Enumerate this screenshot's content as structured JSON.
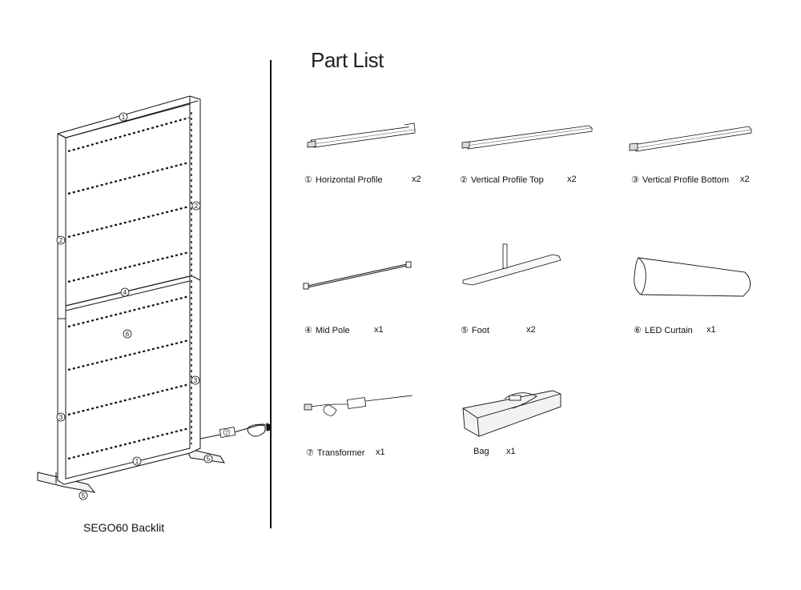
{
  "title": "Part List",
  "caption": "SEGO60 Backlit",
  "callouts": {
    "top_profile": "1",
    "bottom_profile": "1",
    "left_top": "2",
    "right_top": "2",
    "left_bottom": "3",
    "right_bottom": "3",
    "mid_pole": "4",
    "curtain": "6",
    "transformer": "7",
    "foot_right": "5",
    "foot_left": "5"
  },
  "parts": [
    {
      "num": "①",
      "name": "Horizontal Profile",
      "qty": "x2"
    },
    {
      "num": "②",
      "name": "Vertical Profile Top",
      "qty": "x2"
    },
    {
      "num": "③",
      "name": "Vertical Profile Bottom",
      "qty": "x2"
    },
    {
      "num": "④",
      "name": "Mid Pole",
      "qty": "x1"
    },
    {
      "num": "⑤",
      "name": "Foot",
      "qty": "x2"
    },
    {
      "num": "⑥",
      "name": "LED Curtain",
      "qty": "x1"
    },
    {
      "num": "⑦",
      "name": "Transformer",
      "qty": "x1"
    },
    {
      "num": "",
      "name": "Bag",
      "qty": "x1"
    }
  ]
}
